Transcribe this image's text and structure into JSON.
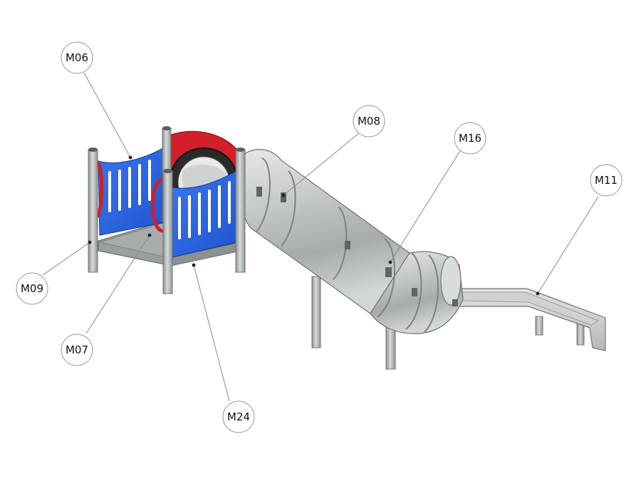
{
  "callouts": [
    {
      "id": "m06",
      "label": "M06"
    },
    {
      "id": "m08",
      "label": "M08"
    },
    {
      "id": "m16",
      "label": "M16"
    },
    {
      "id": "m11",
      "label": "M11"
    },
    {
      "id": "m09",
      "label": "M09"
    },
    {
      "id": "m07",
      "label": "M07"
    },
    {
      "id": "m24",
      "label": "M24"
    }
  ],
  "colors": {
    "panel_blue": "#2a63e0",
    "roof_red": "#d21f2a",
    "steel": "#b9bcbd",
    "steel_dark": "#7d8283",
    "leader": "#8a8a8a",
    "bubble_stroke": "#9a9a9a"
  }
}
